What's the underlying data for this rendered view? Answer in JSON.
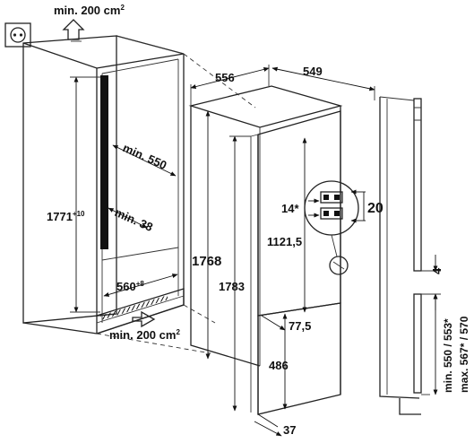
{
  "annotations": {
    "vent_top": "min. 200 cm",
    "vent_top_sup": "2",
    "vent_bottom": "min. 200 cm",
    "vent_bottom_sup": "2",
    "niche_height": "1771",
    "niche_height_sup": "+10",
    "niche_depth": "min. 550",
    "gap_rear": "min. 38",
    "niche_width": "560",
    "niche_width_sup": "+8",
    "appliance_width": "556",
    "appliance_depth": "549",
    "appliance_height": "1768",
    "door_total_height": "1783",
    "door_upper_height": "1121,5",
    "hinge_left": "14*",
    "hinge_right": "20",
    "door_gap": "77,5",
    "door_lower_height": "486",
    "door_bottom_offset": "37",
    "side_gap": "4",
    "side_depth_min": "min. 550 / 553*",
    "side_depth_max": "max. 567* / 570"
  },
  "icons": {
    "socket": "power-socket-icon",
    "airflow_up": "airflow-up-arrow-icon",
    "airflow_in": "airflow-in-arrow-icon"
  }
}
